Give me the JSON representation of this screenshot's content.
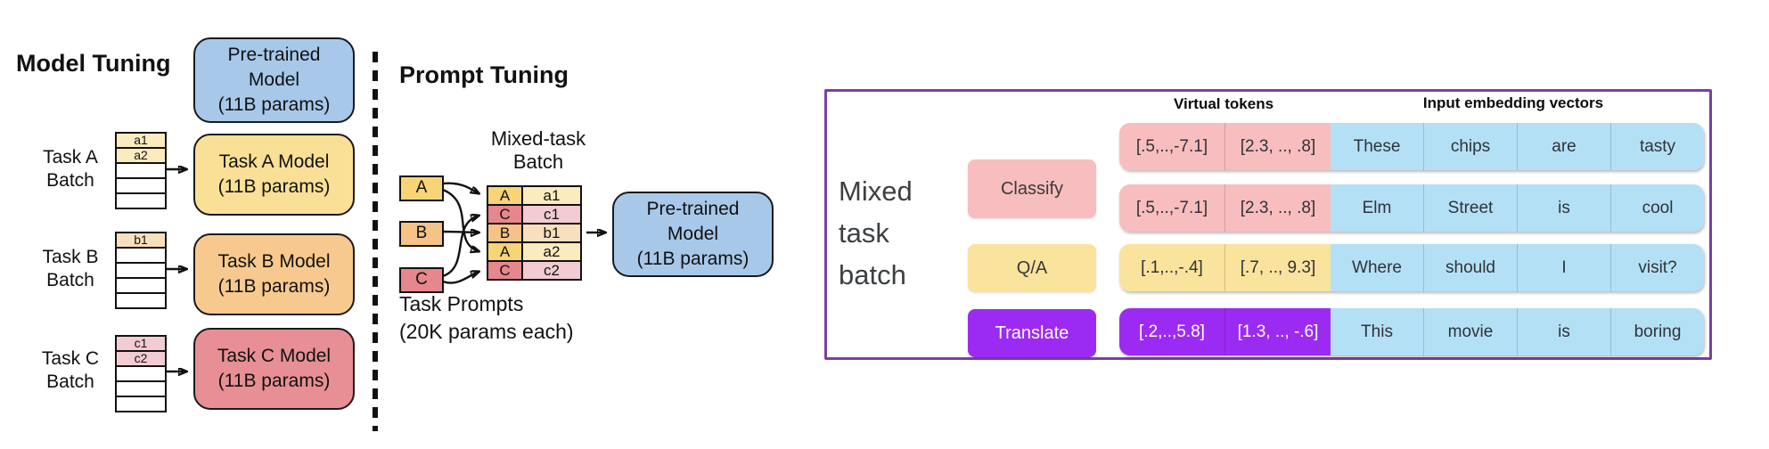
{
  "model_tuning": {
    "heading": "Model Tuning",
    "pretrained_model": {
      "line1": "Pre-trained",
      "line2": "Model",
      "line3": "(11B params)"
    },
    "tasks": [
      {
        "label1": "Task A",
        "label2": "Batch",
        "stack": [
          "a1",
          "a2",
          "",
          "",
          ""
        ],
        "model1": "Task A Model",
        "model2": "(11B params)"
      },
      {
        "label1": "Task B",
        "label2": "Batch",
        "stack": [
          "b1",
          "",
          "",
          "",
          ""
        ],
        "model1": "Task B Model",
        "model2": "(11B params)"
      },
      {
        "label1": "Task C",
        "label2": "Batch",
        "stack": [
          "c1",
          "c2",
          "",
          "",
          ""
        ],
        "model1": "Task C Model",
        "model2": "(11B params)"
      }
    ]
  },
  "prompt_tuning": {
    "heading": "Prompt Tuning",
    "batch_title1": "Mixed-task",
    "batch_title2": "Batch",
    "prompts": [
      "A",
      "B",
      "C"
    ],
    "batch_rows": [
      {
        "task": "A",
        "item": "a1"
      },
      {
        "task": "C",
        "item": "c1"
      },
      {
        "task": "B",
        "item": "b1"
      },
      {
        "task": "A",
        "item": "a2"
      },
      {
        "task": "C",
        "item": "c2"
      }
    ],
    "pretrained_model": {
      "line1": "Pre-trained",
      "line2": "Model",
      "line3": "(11B params)"
    },
    "caption1": "Task Prompts",
    "caption2": "(20K params each)"
  },
  "mixed_batch_panel": {
    "header_virtual": "Virtual tokens",
    "header_embedding": "Input embedding vectors",
    "label1": "Mixed",
    "label2": "task",
    "label3": "batch",
    "categories": [
      {
        "label": "Classify"
      },
      {
        "label": "Q/A"
      },
      {
        "label": "Translate"
      }
    ],
    "rows": [
      {
        "tokens": [
          "[.5,..,-7.1]",
          "[2.3, .., .8]"
        ],
        "words": [
          "These",
          "chips",
          "are",
          "tasty"
        ]
      },
      {
        "tokens": [
          "[.5,..,-7.1]",
          "[2.3, .., .8]"
        ],
        "words": [
          "Elm",
          "Street",
          "is",
          "cool"
        ]
      },
      {
        "tokens": [
          "[.1,..,-.4]",
          "[.7, .., 9.3]"
        ],
        "words": [
          "Where",
          "should",
          "I",
          "visit?"
        ]
      },
      {
        "tokens": [
          "[.2,..,5.8]",
          "[1.3, .., -.6]"
        ],
        "words": [
          "This",
          "movie",
          "is",
          "boring"
        ]
      }
    ]
  },
  "colors": {
    "task-a": "#F8D477",
    "task-a-light": "#FBEBBE",
    "task-b": "#F5C287",
    "task-b-light": "#F8DFBD",
    "task-c": "#E6868D",
    "task-c-light": "#F2CCD2",
    "model-yellow": "#FAE096",
    "model-orange": "#F7C98E",
    "model-red": "#E78F94",
    "model-blue": "#A7C8E9",
    "panel-border": "#7B3DA6",
    "panel-pink": "#F8BDBF",
    "panel-yellow": "#FAE39C",
    "panel-purple": "#9B2BF2",
    "panel-blue": "#B4E0F6",
    "panel-text": "#2E3338"
  }
}
